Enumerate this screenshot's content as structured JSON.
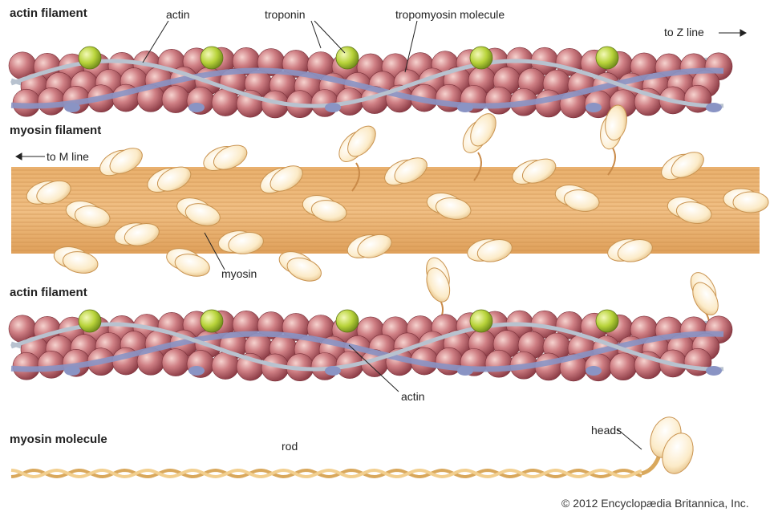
{
  "labels": {
    "actin_filament_top": "actin filament",
    "actin_top": "actin",
    "troponin": "troponin",
    "tropomyosin": "tropomyosin molecule",
    "to_z_line": "to Z line",
    "myosin_filament": "myosin filament",
    "to_m_line": "to M line",
    "myosin": "myosin",
    "actin_filament_bottom": "actin filament",
    "actin_bottom": "actin",
    "myosin_molecule": "myosin molecule",
    "rod": "rod",
    "heads": "heads",
    "copyright": "© 2012 Encyclopædia Britannica, Inc."
  },
  "colors": {
    "actin_bead": "#c8757b",
    "actin_bead_light": "#f1c4c2",
    "actin_bead_dark": "#8e3f47",
    "troponin": "#b9d43a",
    "tropomyosin": "#8a94c4",
    "strand": "#b8c2cf",
    "myosin_band": "#e7ad6b",
    "myosin_line": "#c98a48",
    "myosin_head": "#fff3d6",
    "myosin_head_edge": "#c99350"
  }
}
